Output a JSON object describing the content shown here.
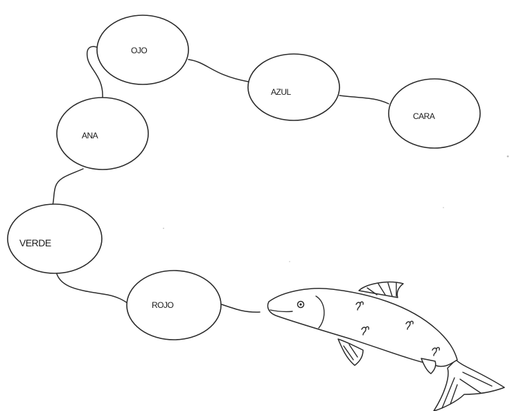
{
  "nodes": {
    "ojo": "OJO",
    "azul": "AZUL",
    "cara": "CARA",
    "ana": "ANA",
    "verde": "VERDE",
    "rojo": "ROJO"
  },
  "colors": {
    "line": "#2a2a2a",
    "background": "#ffffff"
  },
  "icons": {
    "fish": "fish-icon"
  }
}
